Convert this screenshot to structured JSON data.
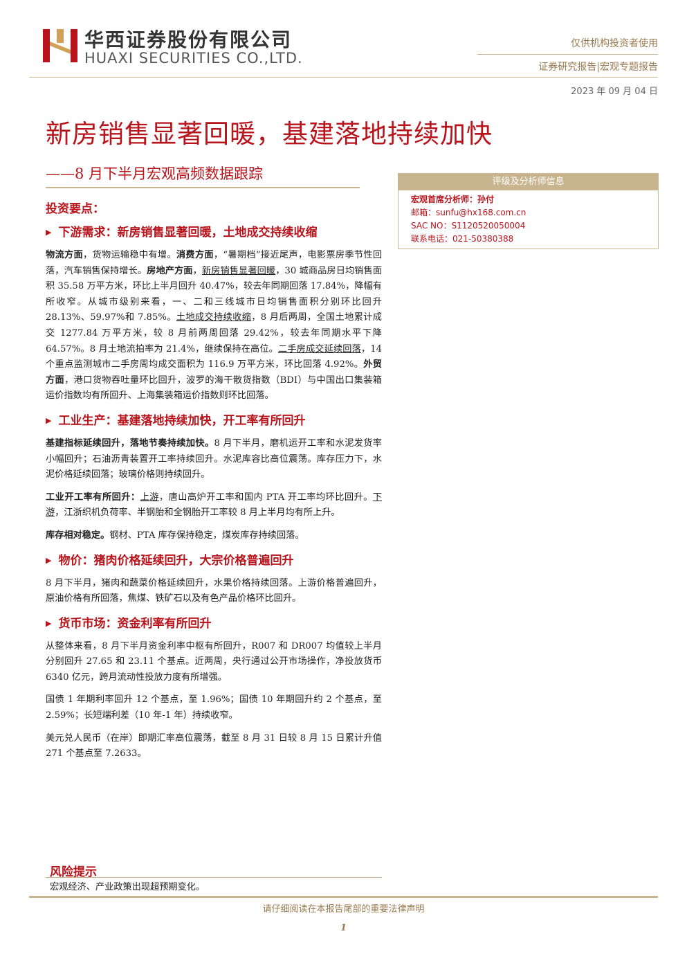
{
  "header": {
    "company_cn": "华西证券股份有限公司",
    "company_en": "HUAXI SECURITIES CO.,LTD.",
    "audience": "仅供机构投资者使用",
    "report_type": "证券研究报告|宏观专题报告",
    "date": "2023 年 09 月 04 日",
    "brand_color": "#b8141c",
    "accent_color": "#c8b48e"
  },
  "title": "新房销售显著回暖，基建落地持续加快",
  "subtitle": "——8 月下半月宏观高频数据跟踪",
  "analyst_panel": {
    "heading": "评级及分析师信息",
    "role": "宏观首席分析师：孙付",
    "email": "邮箱：sunfu@hx168.com.cn",
    "sac": "SAC NO：S1120520050004",
    "phone": "联系电话：021-50380388"
  },
  "key_points_title": "投资要点：",
  "sections": {
    "s1": {
      "heading": "下游需求：新房销售显著回暖，土地成交持续收缩",
      "p1": [
        "物流方面",
        "，货物运输稳中有增。",
        "消费方面",
        "，“暑期档”接近尾声，电影票房季节性回落，汽车销售保持增长。",
        "房地产方面",
        "，",
        "新房销售显著回暖",
        "，30 城商品房日均销售面积 35.58 万平方米，环比上半月回升 40.47%，较去年同期回落 17.84%，降幅有所收窄。从城市级别来看，一、二和三线城市日均销售面积分别环比回升 28.13%、59.97%和 7.85%。",
        "土地成交持续收缩",
        "，8 月后两周，全国土地累计成交 1277.84 万平方米，较 8 月前两周回落 29.42%，较去年同期水平下降 64.57%。8 月土地流拍率为 21.4%，继续保持在高位。",
        "二手房成交延续回落",
        "，14 个重点监测城市二手房周均成交面积为 116.9 万平方米，环比回落 4.92%。",
        "外贸方面",
        "，港口货物吞吐量环比回升，波罗的海干散货指数（BDI）与中国出口集装箱运价指数均有所回升、上海集装箱运价指数则环比回落。"
      ]
    },
    "s2": {
      "heading": "工业生产：基建落地持续加快，开工率有所回升",
      "p1": [
        "基建指标延续回升，落地节奏持续加快。",
        "8 月下半月，磨机运开工率和水泥发货率小幅回升；石油沥青装置开工率持续回升。水泥库容比高位震荡。库存压力下，水泥价格延续回落；玻璃价格则持续回升。"
      ],
      "p2": [
        "工业开工率有所回升：",
        "上游",
        "，唐山高炉开工率和国内 PTA 开工率均环比回升。",
        "下游",
        "，江浙织机负荷率、半钢胎和全钢胎开工率较 8 月上半月均有所上升。"
      ],
      "p3": [
        "库存相对稳定。",
        "钢材、PTA 库存保持稳定，煤炭库存持续回落。"
      ]
    },
    "s3": {
      "heading": "物价：猪肉价格延续回升，大宗价格普遍回升",
      "p1": "8 月下半月，猪肉和蔬菜价格延续回升，水果价格持续回落。上游价格普遍回升，原油价格有所回落，焦煤、铁矿石以及有色产品价格环比回升。"
    },
    "s4": {
      "heading": "货币市场：资金利率有所回升",
      "p1": "从整体来看，8 月下半月资金利率中枢有所回升，R007 和 DR007 均值较上半月分别回升 27.65 和 23.11 个基点。近两周，央行通过公开市场操作，净投放货币 6340 亿元，跨月流动性投放力度有所增强。",
      "p2": "国债 1 年期利率回升 12 个基点，至 1.96%；国债 10 年期回升约 2 个基点，至 2.59%；长短端利差（10 年-1 年）持续收窄。",
      "p3": "美元兑人民币（在岸）即期汇率高位震荡，截至 8 月 31 日较 8 月 15 日累计升值 271 个基点至 7.2633。"
    }
  },
  "risk": {
    "title": "风险提示",
    "text": "宏观经济、产业政策出现超预期变化。"
  },
  "footer": {
    "disclaimer": "请仔细阅读在本报告尾部的重要法律声明",
    "page": "1"
  }
}
